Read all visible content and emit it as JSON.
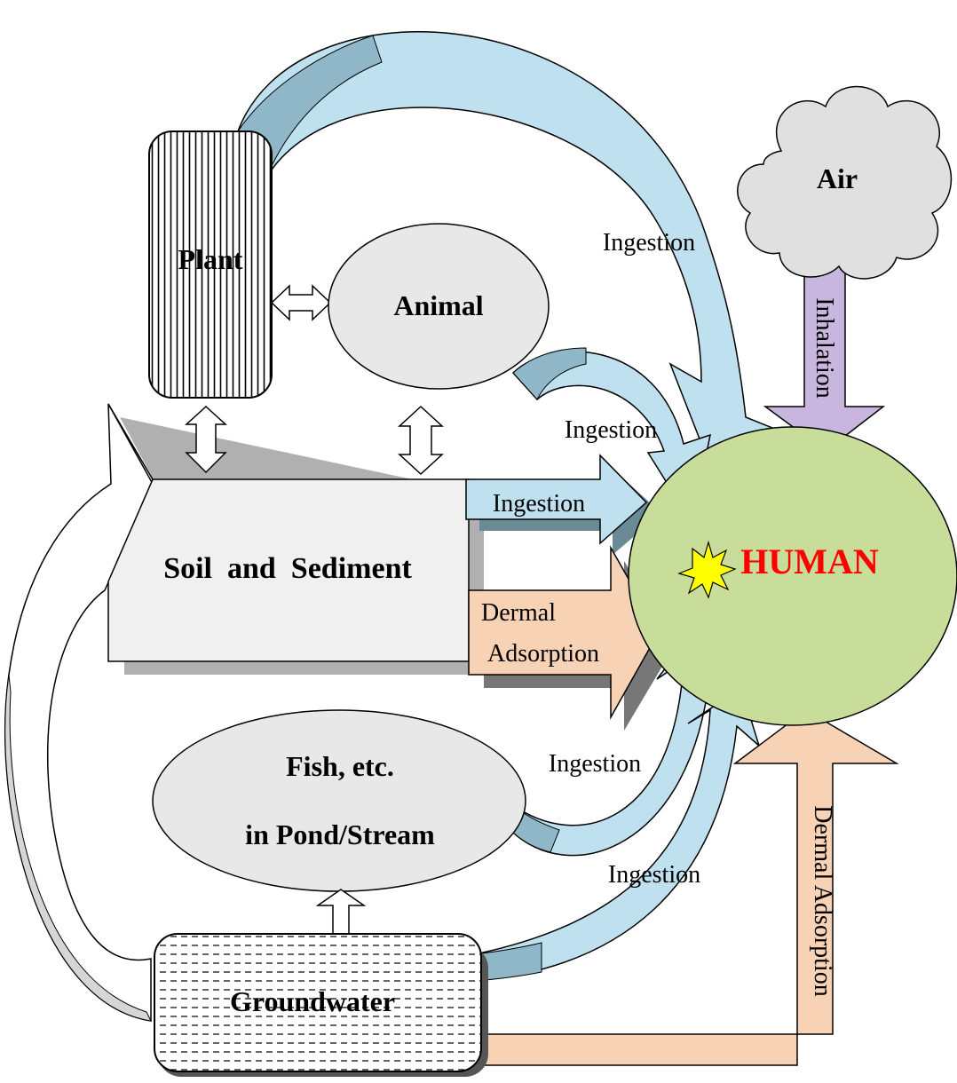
{
  "nodes": {
    "plant": "Plant",
    "animal": "Animal",
    "air": "Air",
    "soil": "Soil  and  Sediment",
    "human": "HUMAN",
    "fish_line1": "Fish, etc.",
    "fish_line2": "in Pond/Stream",
    "groundwater": "Groundwater"
  },
  "pathways": {
    "plant_ingestion": "Ingestion",
    "animal_ingestion": "Ingestion",
    "soil_ingestion": "Ingestion",
    "soil_dermal_line1": "Dermal",
    "soil_dermal_line2": "Adsorption",
    "fish_ingestion": "Ingestion",
    "groundwater_ingestion": "Ingestion",
    "air_inhalation": "Inhalation",
    "groundwater_dermal": "Dermal Adsorption"
  },
  "colors": {
    "ingestion_arrow": "#bfe0ee",
    "inhalation_arrow": "#c9b6df",
    "dermal_arrow": "#f7d2b4",
    "human_fill": "#c9dd9a",
    "human_label": "#ff0000",
    "node_fill": "#e8e8e8",
    "star_fill": "#ffff00"
  }
}
